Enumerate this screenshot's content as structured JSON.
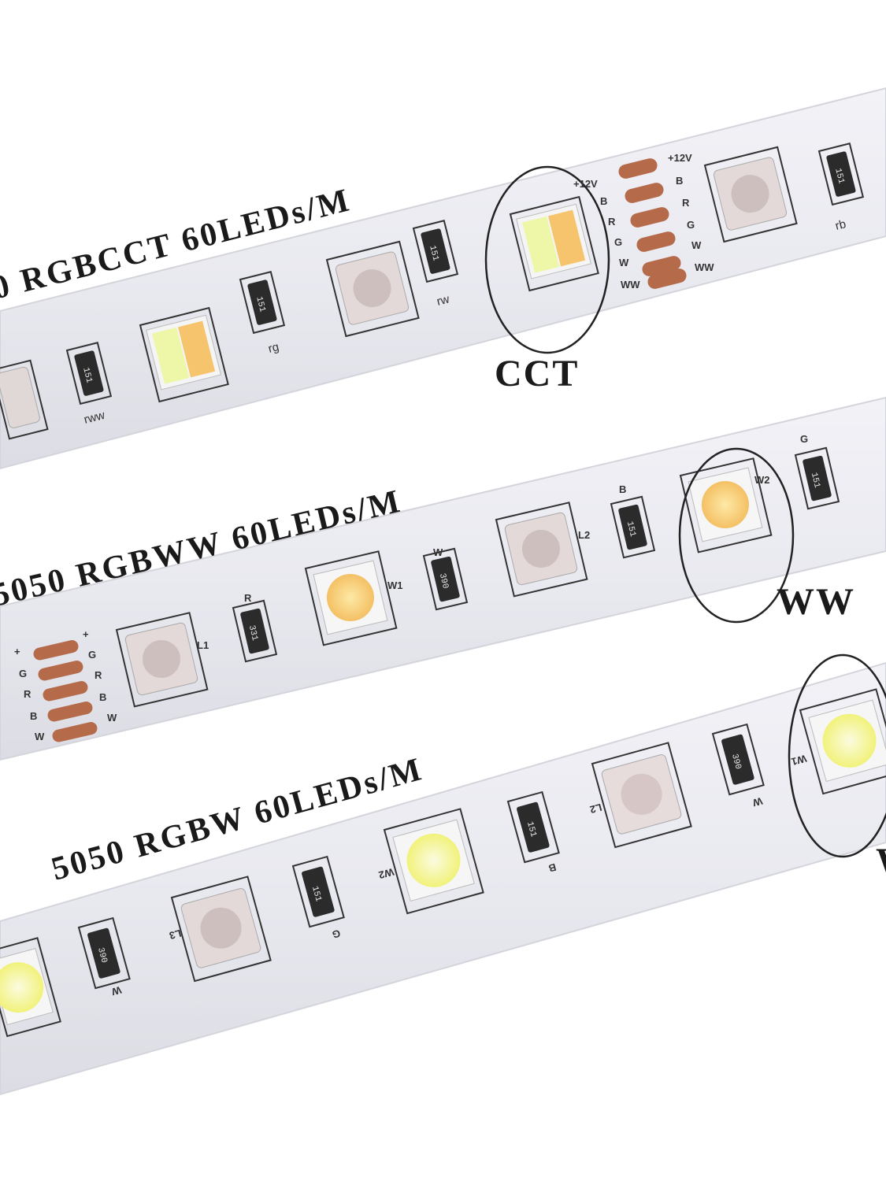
{
  "strips": [
    {
      "title": "0 RGBCCT 60LEDs/M",
      "callout": "CCT",
      "silk_labels": [
        "rww",
        "rg",
        "rw",
        "rb"
      ],
      "pad_left": [
        "+12V",
        "B",
        "R",
        "G",
        "W",
        "WW"
      ],
      "pad_right": [
        "+12V",
        "B",
        "R",
        "G",
        "W",
        "WW"
      ],
      "resistor_codes": [
        "151",
        "151",
        "151",
        "151"
      ]
    },
    {
      "title": "5050 RGBWW 60LEDs/M",
      "callout": "WW",
      "silk_labels": [
        "L1",
        "L2",
        "W1",
        "W2",
        "R",
        "W",
        "B",
        "G"
      ],
      "pad_left": [
        "+",
        "G",
        "R",
        "B",
        "W"
      ],
      "pad_right": [
        "+",
        "G",
        "R",
        "B",
        "W"
      ],
      "resistor_codes": [
        "331",
        "390",
        "151",
        "151"
      ]
    },
    {
      "title": "5050 RGBW 60LEDs/M",
      "callout": "W",
      "silk_labels": [
        "L3",
        "W2",
        "L2",
        "W1",
        "W",
        "G",
        "B",
        "W"
      ],
      "resistor_codes": [
        "390",
        "151",
        "151",
        "390"
      ]
    }
  ],
  "colors": {
    "strip_body": "#e9e9f0",
    "strip_edge": "#d6d6df",
    "copper_pad": "#b56a4a",
    "cool_white": "#f3f7c2",
    "warm_white": "#f6c777",
    "rgb_led": "#e3d9d8",
    "title_text": "#1a1a1a"
  }
}
